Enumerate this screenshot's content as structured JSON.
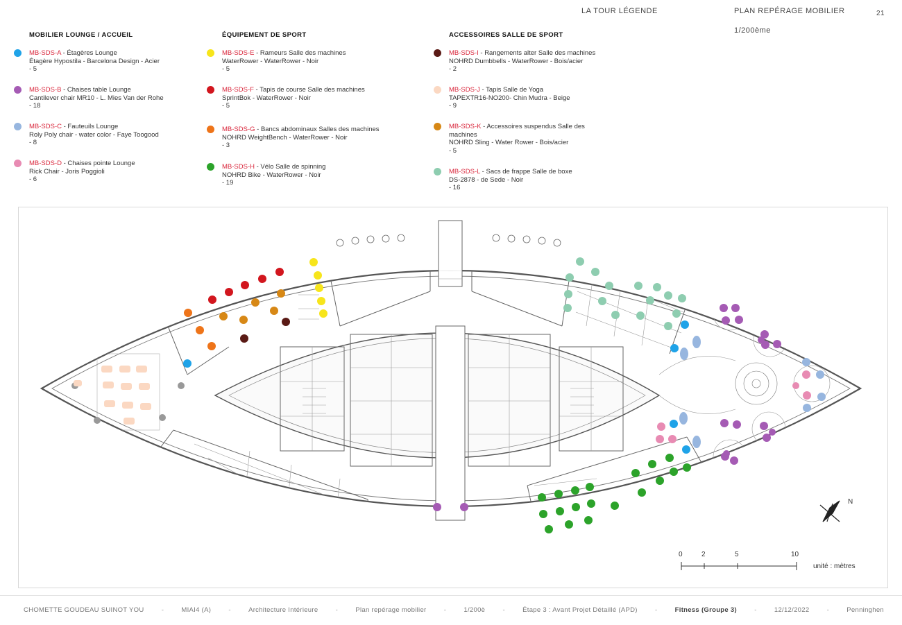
{
  "header": {
    "building": "LA TOUR LÉGENDE",
    "plan_title": "PLAN REPÉRAGE MOBILIER",
    "scale": "1/200ème",
    "page_number": "21"
  },
  "legend": [
    {
      "title": "MOBILIER LOUNGE / ACCUEIL",
      "items": [
        {
          "code": "MB-SDS-A",
          "color": "#1fa3e8",
          "title": " - Étagères Lounge",
          "line2": "Étagère Hypostila - Barcelona Design - Acier",
          "qty": "- 5"
        },
        {
          "code": "MB-SDS-B",
          "color": "#a55bb4",
          "title": " - Chaises table Lounge",
          "line2": "Cantilever chair MR10 - L. Mies Van der Rohe",
          "qty": "- 18"
        },
        {
          "code": "MB-SDS-C",
          "color": "#97b6df",
          "title": " - Fauteuils Lounge",
          "line2": "Roly Poly chair - water color - Faye Toogood",
          "qty": "- 8"
        },
        {
          "code": "MB-SDS-D",
          "color": "#e88bb3",
          "title": " - Chaises pointe Lounge",
          "line2": "Rick Chair - Joris Poggioli",
          "qty": "- 6"
        }
      ]
    },
    {
      "title": "ÉQUIPEMENT DE SPORT",
      "items": [
        {
          "code": "MB-SDS-E",
          "color": "#f7e51b",
          "title": " - Rameurs Salle des machines",
          "line2": "WaterRower - WaterRower - Noir",
          "qty": "- 5"
        },
        {
          "code": "MB-SDS-F",
          "color": "#d2161e",
          "title": " - Tapis de course Salle des machines",
          "line2": "SprintBok - WaterRower - Noir",
          "qty": "- 5"
        },
        {
          "code": "MB-SDS-G",
          "color": "#ee7419",
          "title": " - Bancs abdominaux Salles des machines",
          "line2": "NOHRD WeightBench - WaterRower - Noir",
          "qty": "- 3"
        },
        {
          "code": "MB-SDS-H",
          "color": "#2ca32a",
          "title": " - Vélo Salle de spinning",
          "line2": "NOHRD Bike - WaterRower - Noir",
          "qty": "- 19"
        }
      ]
    },
    {
      "title": "ACCESSOIRES SALLE DE SPORT",
      "items": [
        {
          "code": "MB-SDS-I",
          "color": "#5a1a15",
          "title": " - Rangements alter Salle des machines",
          "line2": "NOHRD Dumbbells - WaterRower - Bois/acier",
          "qty": "- 2"
        },
        {
          "code": "MB-SDS-J",
          "color": "#fbd8c2",
          "title": " - Tapis Salle de Yoga",
          "line2": "TAPEXTR16-NO200- Chin Mudra - Beige",
          "qty": "- 9"
        },
        {
          "code": "MB-SDS-K",
          "color": "#d78816",
          "title": " - Accessoires suspendus Salle des",
          "line2": "machines",
          "line3": "NOHRD Sling - Water Rower - Bois/acier",
          "qty": "- 5"
        },
        {
          "code": "MB-SDS-L",
          "color": "#8ecdb0",
          "title": " - Sacs de frappe Salle de boxe",
          "line2": "DS-2878 - de Sede - Noir",
          "qty": "- 16"
        }
      ]
    }
  ],
  "plan": {
    "north": "N",
    "scale_ticks": [
      "0",
      "2",
      "5",
      "10"
    ],
    "unit": "unité : mètres"
  },
  "footer": [
    "CHOMETTE GOUDEAU SUINOT YOU",
    "MIAI4 (A)",
    "Architecture Intérieure",
    "Plan repérage mobilier",
    "1/200è",
    "Étape 3 : Avant Projet Détaillé (APD)",
    "Fitness (Groupe 3)",
    "12/12/2022",
    "Penninghen"
  ]
}
